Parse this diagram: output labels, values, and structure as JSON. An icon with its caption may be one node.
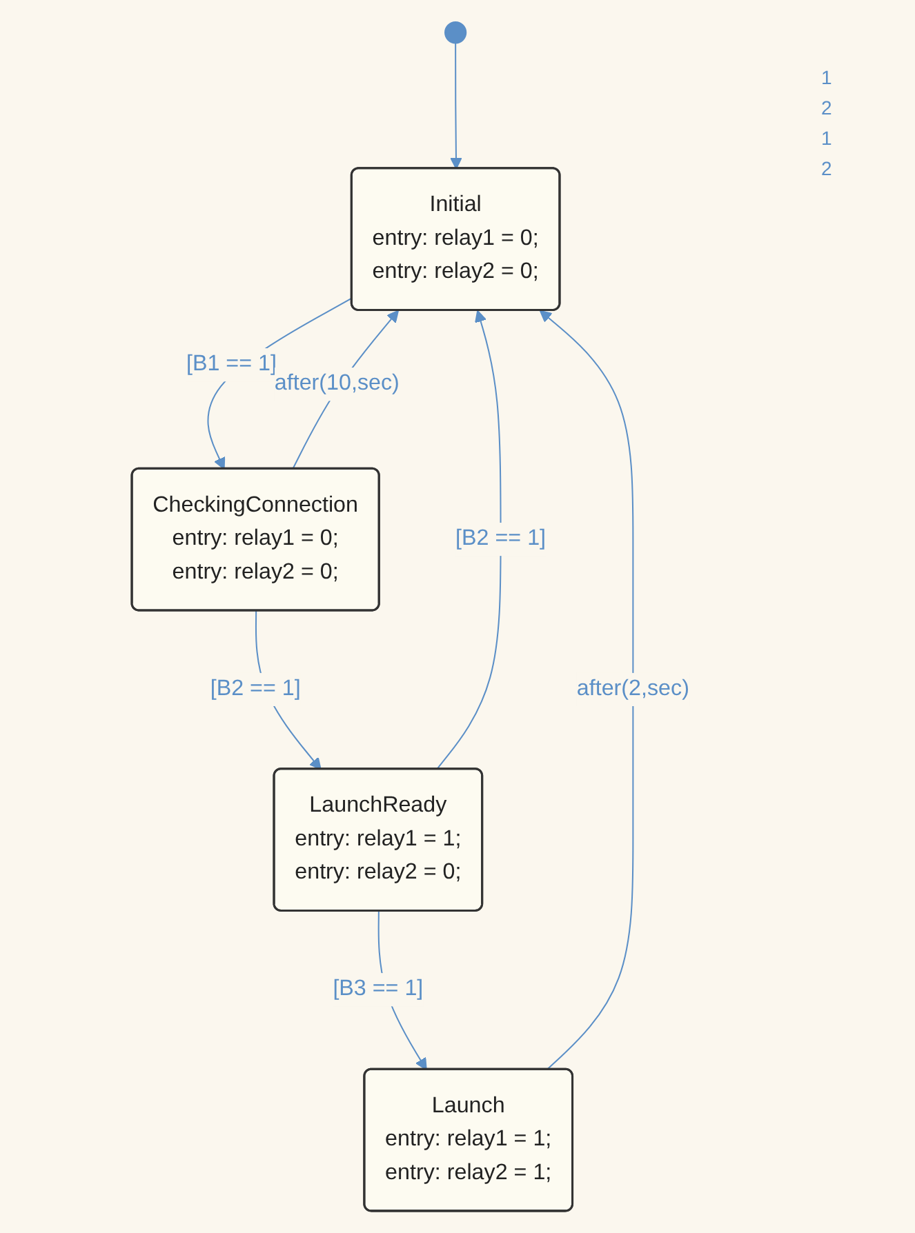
{
  "diagram": {
    "nodes": [
      {
        "text": [],
        "shape": "circle"
      },
      {
        "text": [
          "Initial",
          "entry: relay1 = 0;",
          "entry: relay2 = 0;"
        ]
      },
      {
        "text": [
          "CheckingConnection",
          "entry: relay1 = 0;",
          "entry: relay2 = 0;"
        ]
      },
      {
        "text": [
          "LaunchReady",
          "entry: relay1 = 1;",
          "entry: relay2 = 0;"
        ]
      },
      {
        "text": [
          "Launch",
          "entry: relay1 = 1;",
          "entry: relay2 = 1;"
        ]
      }
    ],
    "edges": [
      {
        "from": 0,
        "to": 1,
        "arrow": "to"
      },
      {
        "from": 1,
        "to": 2,
        "arrow": "to",
        "label": "[B1 == 1]"
      },
      {
        "from": 2,
        "to": 1,
        "arrow": "to",
        "label": "after(10,sec)"
      },
      {
        "from": 2,
        "to": 3,
        "arrow": "to",
        "label": "[B2 == 1]"
      },
      {
        "from": 3,
        "to": 1,
        "arrow": "to",
        "label": "[B2 == 1]"
      },
      {
        "from": 3,
        "to": 4,
        "arrow": "to",
        "label": "[B3 == 1]"
      },
      {
        "from": 4,
        "to": 1,
        "arrow": "to",
        "label": "after(2,sec)"
      }
    ],
    "labels": [
      "1",
      "2",
      "1",
      "2"
    ]
  }
}
